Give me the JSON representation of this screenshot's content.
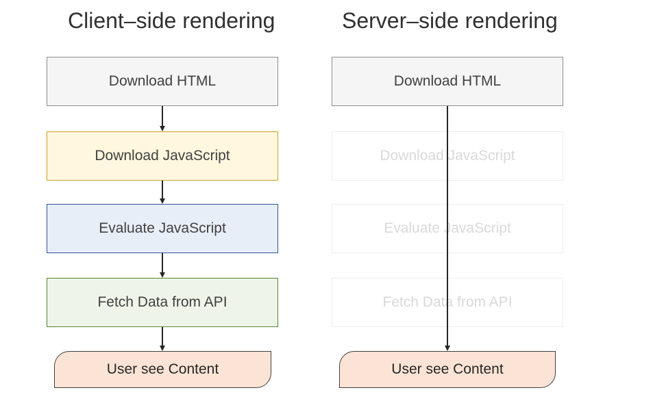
{
  "client": {
    "title": "Client–side rendering",
    "steps": [
      "Download HTML",
      "Download JavaScript",
      "Evaluate JavaScript",
      "Fetch Data from API"
    ],
    "result": "User see Content"
  },
  "server": {
    "title": "Server–side rendering",
    "steps": [
      "Download HTML",
      "Download JavaScript",
      "Evaluate JavaScript",
      "Fetch Data from API"
    ],
    "result": "User see Content"
  },
  "colors": {
    "download_html": "#f5f5f5",
    "download_js": "#fff7de",
    "evaluate_js": "#e8eef8",
    "fetch_data": "#eef5e8",
    "user_content": "#fbe4d5",
    "arrow": "#262626"
  }
}
